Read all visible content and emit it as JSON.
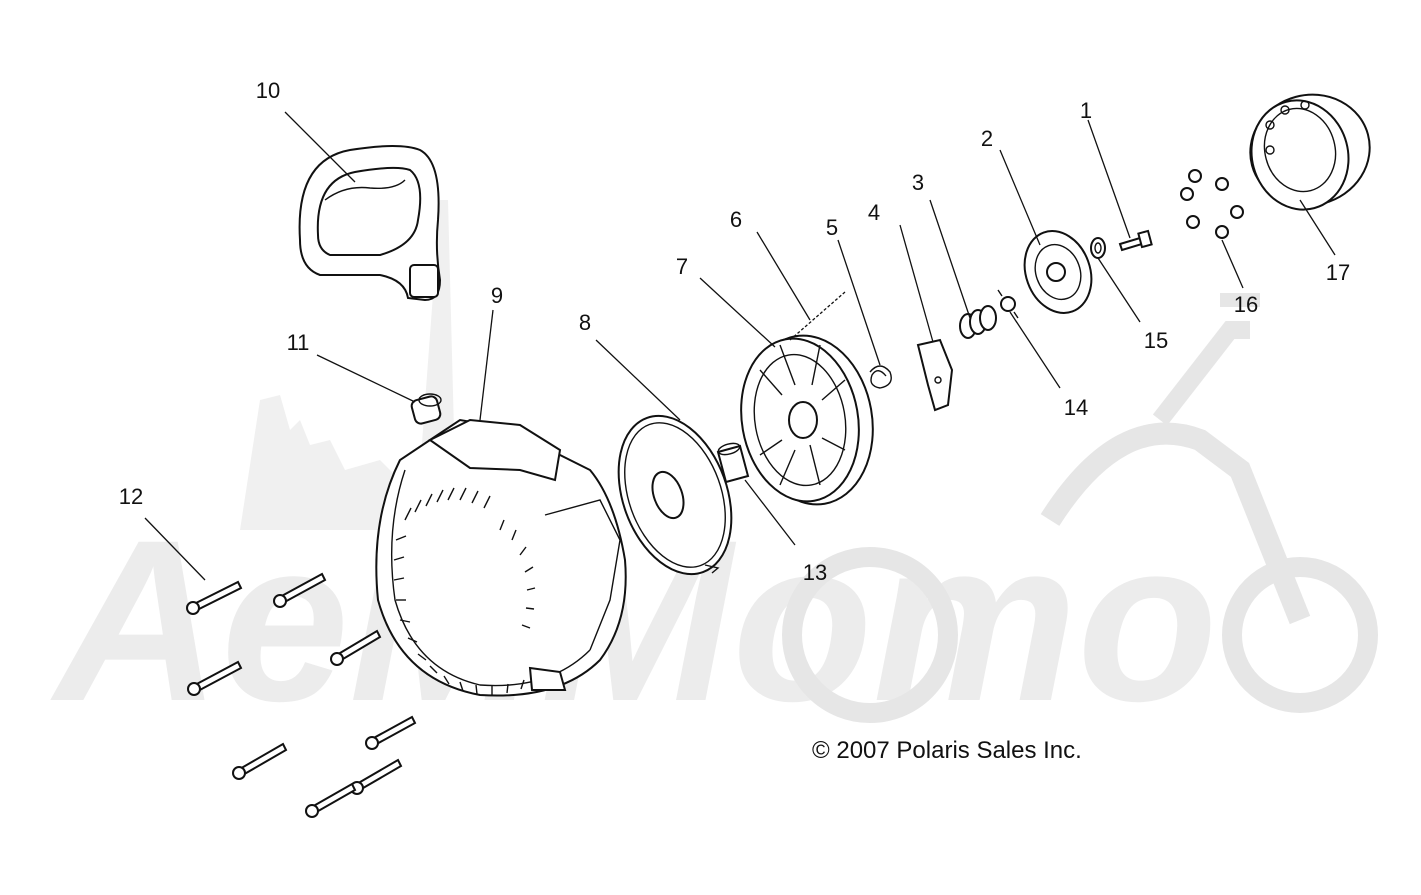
{
  "figure": {
    "copyright": "© 2007 Polaris Sales Inc.",
    "watermark_text": "AeMMomo"
  },
  "callouts": [
    {
      "number": "1"
    },
    {
      "number": "2"
    },
    {
      "number": "3"
    },
    {
      "number": "4"
    },
    {
      "number": "5"
    },
    {
      "number": "6"
    },
    {
      "number": "7"
    },
    {
      "number": "8"
    },
    {
      "number": "9"
    },
    {
      "number": "10"
    },
    {
      "number": "11"
    },
    {
      "number": "12"
    },
    {
      "number": "13"
    },
    {
      "number": "14"
    },
    {
      "number": "15"
    },
    {
      "number": "16"
    },
    {
      "number": "17"
    }
  ]
}
